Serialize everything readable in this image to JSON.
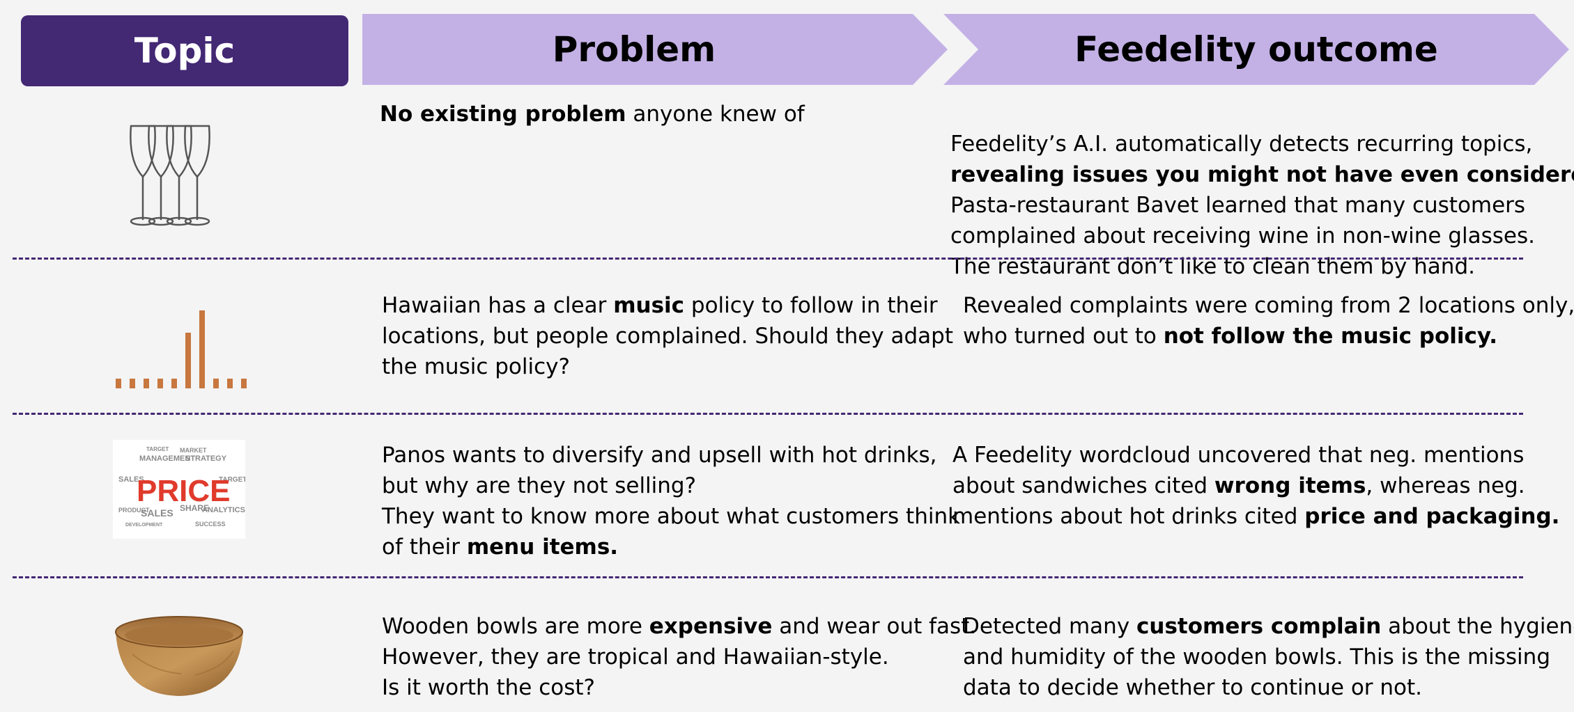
{
  "colors": {
    "topic_header": "#432874",
    "arrow": "#c3b1e6",
    "divider": "#432874",
    "bar_chart": "#c8773f",
    "price_red": "#e03a2b"
  },
  "header": {
    "topic": "Topic",
    "problem": "Problem",
    "outcome": "Feedelity outcome"
  },
  "rows": [
    {
      "icon": "wine-glasses-icon",
      "problem": [
        [
          {
            "t": "No existing problem",
            "b": true
          },
          {
            "t": " anyone knew of",
            "b": false
          }
        ]
      ],
      "outcome": [
        [
          {
            "t": "Feedelity’s A.I. automatically detects recurring topics,",
            "b": false
          }
        ],
        [
          {
            "t": "revealing issues you might not have even considered",
            "b": true
          },
          {
            "t": ".",
            "b": false
          }
        ],
        [
          {
            "t": "Pasta-restaurant Bavet learned that many customers",
            "b": false
          }
        ],
        [
          {
            "t": "complained about receiving wine in non-wine glasses.",
            "b": false
          }
        ],
        [
          {
            "t": "The restaurant don’t like to clean them by hand.",
            "b": false
          }
        ]
      ]
    },
    {
      "icon": "music-bars-icon",
      "bars": [
        1,
        1,
        1,
        1,
        1,
        5,
        7,
        1,
        1,
        1
      ],
      "problem": [
        [
          {
            "t": "Hawaiian has a clear ",
            "b": false
          },
          {
            "t": "music",
            "b": true
          },
          {
            "t": " policy to follow in their",
            "b": false
          }
        ],
        [
          {
            "t": "locations, but people complained. Should they adapt",
            "b": false
          }
        ],
        [
          {
            "t": "the music policy?",
            "b": false
          }
        ]
      ],
      "outcome": [
        [
          {
            "t": "Revealed complaints were coming from 2 locations only,",
            "b": false
          }
        ],
        [
          {
            "t": "who turned out to ",
            "b": false
          },
          {
            "t": "not follow the music policy.",
            "b": true
          }
        ]
      ]
    },
    {
      "icon": "price-wordcloud-icon",
      "wordcloud": {
        "main": "PRICE",
        "words": [
          "MANAGEMENT",
          "STRATEGY",
          "MARKET",
          "TARGET",
          "SALES",
          "PRODUCT",
          "SHARE",
          "ANALYTICS",
          "SUCCESS",
          "TARGET",
          "SALES",
          "DEVELOPMENT"
        ]
      },
      "problem": [
        [
          {
            "t": "Panos wants to diversify and upsell with hot drinks,",
            "b": false
          }
        ],
        [
          {
            "t": "but why are they not selling?",
            "b": false
          }
        ],
        [
          {
            "t": "They want to know more about what customers think",
            "b": false
          }
        ],
        [
          {
            "t": "of their ",
            "b": false
          },
          {
            "t": "menu items.",
            "b": true
          }
        ]
      ],
      "outcome": [
        [
          {
            "t": "A Feedelity wordcloud uncovered that neg. mentions",
            "b": false
          }
        ],
        [
          {
            "t": "about sandwiches cited ",
            "b": false
          },
          {
            "t": "wrong items",
            "b": true
          },
          {
            "t": ", whereas neg.",
            "b": false
          }
        ],
        [
          {
            "t": "mentions about hot drinks cited ",
            "b": false
          },
          {
            "t": "price and packaging.",
            "b": true
          }
        ]
      ]
    },
    {
      "icon": "wooden-bowl-icon",
      "problem": [
        [
          {
            "t": "Wooden bowls are more ",
            "b": false
          },
          {
            "t": "expensive",
            "b": true
          },
          {
            "t": " and wear out fast.",
            "b": false
          }
        ],
        [
          {
            "t": "However, they are tropical and Hawaiian-style.",
            "b": false
          }
        ],
        [
          {
            "t": "Is it worth the cost?",
            "b": false
          }
        ]
      ],
      "outcome": [
        [
          {
            "t": "Detected many ",
            "b": false
          },
          {
            "t": "customers complain",
            "b": true
          },
          {
            "t": " about the hygiene",
            "b": false
          }
        ],
        [
          {
            "t": "and humidity of the wooden bowls. This is the missing",
            "b": false
          }
        ],
        [
          {
            "t": "data to decide whether to continue or not.",
            "b": false
          }
        ]
      ]
    }
  ]
}
